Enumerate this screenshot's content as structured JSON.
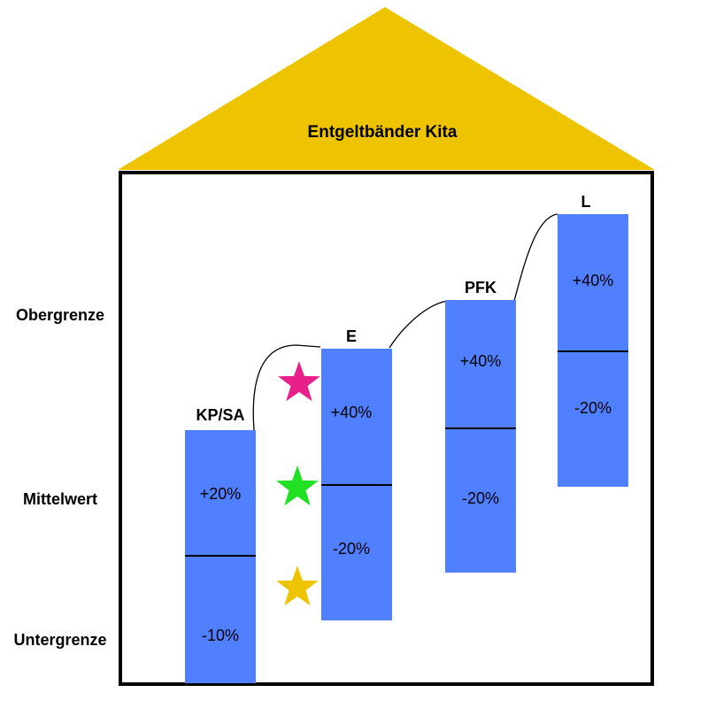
{
  "title": "Entgeltbänder Kita",
  "roof_color": "#EEC400",
  "bar_color": "#5080FF",
  "side_labels": {
    "top": "Obergrenze",
    "middle": "Mittelwert",
    "bottom": "Untergrenze"
  },
  "bands": [
    {
      "name": "KP/SA",
      "upper": "+20%",
      "lower": "-10%"
    },
    {
      "name": "E",
      "upper": "+40%",
      "lower": "-20%"
    },
    {
      "name": "PFK",
      "upper": "+40%",
      "lower": "-20%"
    },
    {
      "name": "L",
      "upper": "+40%",
      "lower": "-20%"
    }
  ],
  "stars": [
    {
      "name": "magenta-star",
      "color": "#E8208C"
    },
    {
      "name": "green-star",
      "color": "#22E022"
    },
    {
      "name": "gold-star",
      "color": "#EEC400"
    }
  ]
}
